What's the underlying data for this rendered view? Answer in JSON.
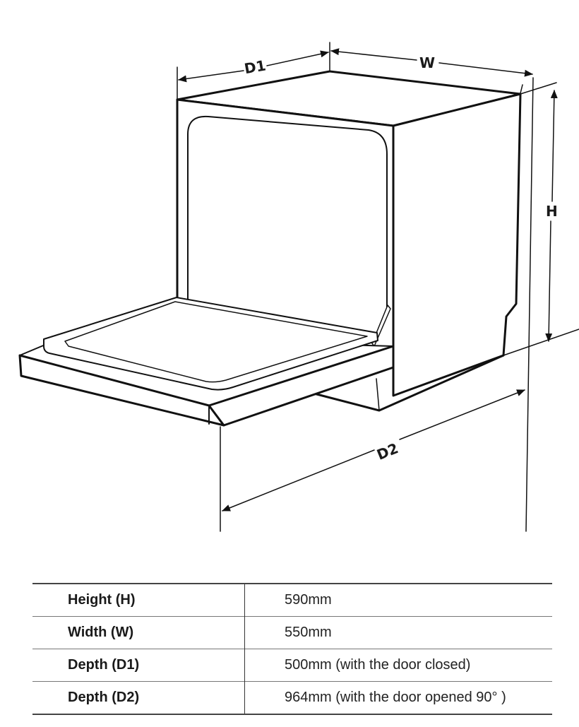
{
  "diagram": {
    "subject": "Countertop dishwasher with door opened 90°",
    "labels": {
      "d1": "D1",
      "w": "W",
      "h": "H",
      "d2": "D2"
    }
  },
  "table": {
    "rows": [
      {
        "name": "Height (H)",
        "value": "590mm"
      },
      {
        "name": "Width (W)",
        "value": "550mm"
      },
      {
        "name": "Depth (D1)",
        "value": "500mm (with the door closed)"
      },
      {
        "name": "Depth (D2)",
        "value": "964mm (with the door opened 90° )"
      }
    ]
  }
}
